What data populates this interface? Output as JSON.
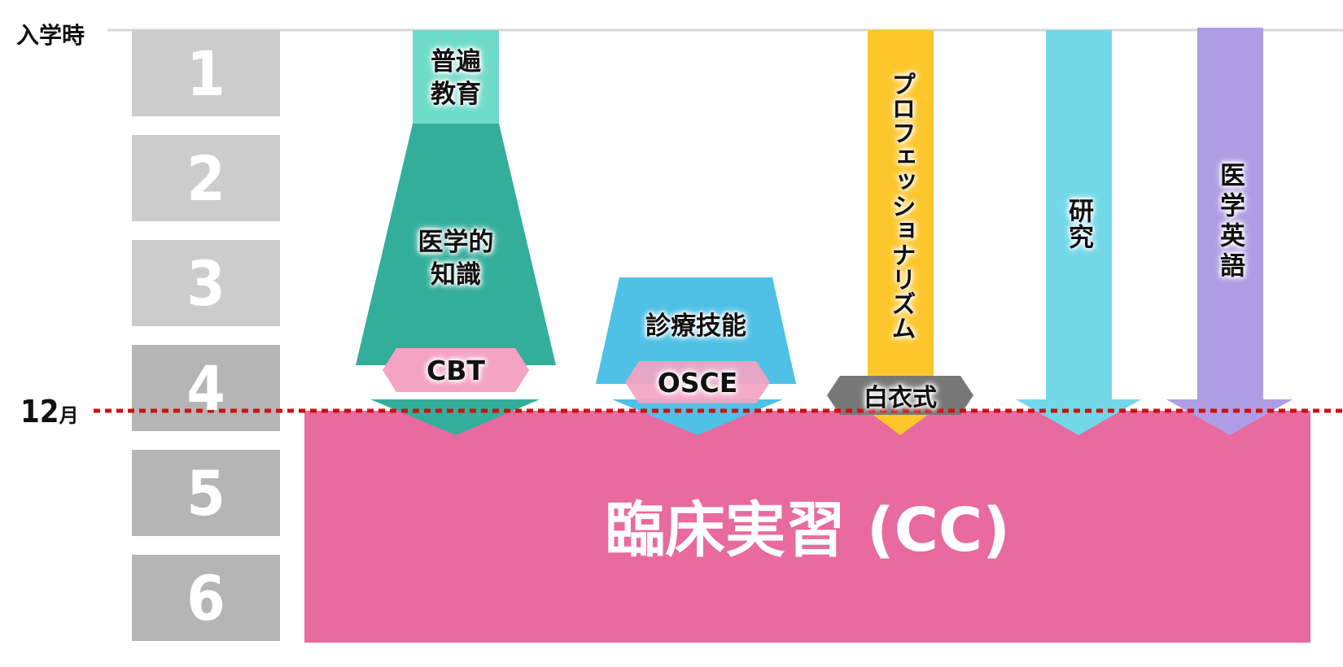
{
  "entry_label": "入学時",
  "december_label": "12",
  "december_unit": "月",
  "years": [
    "1",
    "2",
    "3",
    "4",
    "5",
    "6"
  ],
  "columns": {
    "general_education": {
      "line1": "普遍",
      "line2": "教育"
    },
    "medical_knowledge": {
      "line1": "医学的",
      "line2": "知識"
    },
    "cbt": "CBT",
    "clinical_skills": "診療技能",
    "osce": "OSCE",
    "professionalism": "プロフェッショナリズム",
    "white_coat": "白衣式",
    "research": "研究",
    "medical_english": "医学英語"
  },
  "clinical_clerkship": "臨床実習 (CC)",
  "colors": {
    "year_light": "#cccccc",
    "year_dark": "#b5b5b5",
    "teal_light": "#6fdcc9",
    "teal": "#33ae9b",
    "blue": "#4fc0e6",
    "yellow": "#fdc72c",
    "cyan": "#72d8e8",
    "purple": "#ae9de4",
    "pink": "#e86a9e",
    "pink_badge": "#f4a3c3",
    "gray_badge": "#777777",
    "red_dotted": "#cc1111"
  }
}
